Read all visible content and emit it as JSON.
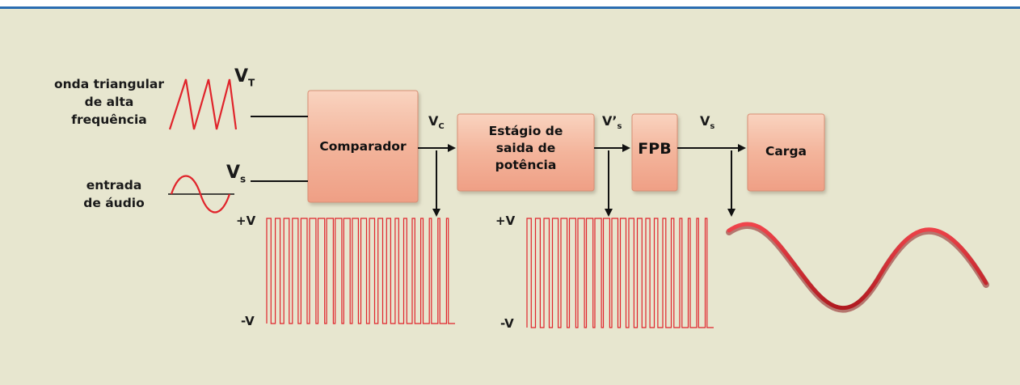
{
  "inputs": {
    "triangle_label": "onda triangular de alta frequência",
    "triangle_label_lines": [
      "onda triangular",
      "de alta",
      "frequência"
    ],
    "audio_label_lines": [
      "entrada",
      "de áudio"
    ],
    "vt": {
      "main": "V",
      "sub": "T"
    },
    "vs_in": {
      "main": "V",
      "sub": "s"
    }
  },
  "blocks": {
    "comparator": "Comparador",
    "power_stage_lines": [
      "Estágio de",
      "saida de",
      "potência"
    ],
    "lpf": "FPB",
    "load": "Carga"
  },
  "signals": {
    "vc": {
      "main": "V",
      "sub": "C"
    },
    "vs_prime": {
      "main": "V’",
      "sub": "s"
    },
    "vs_out": {
      "main": "V",
      "sub": "s"
    }
  },
  "waveforms": {
    "pwm1": {
      "plus": "+V",
      "minus": "-V"
    },
    "pwm2": {
      "plus": "+V",
      "minus": "-V"
    }
  },
  "colors": {
    "accent": "#2a6db1",
    "background": "#e7e6cf",
    "wave": "#e0242b",
    "block": "#f3b9a0"
  }
}
